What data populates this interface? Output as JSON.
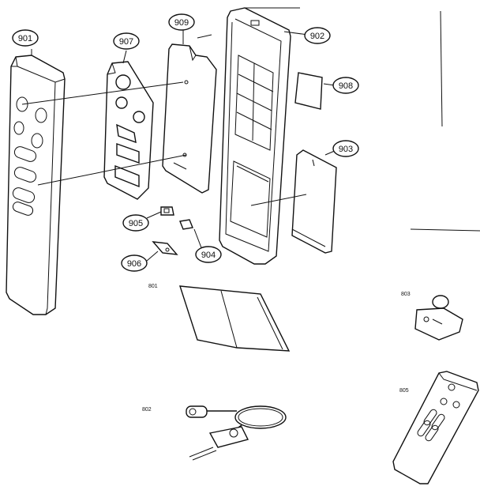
{
  "labels": {
    "p901": "901",
    "p902": "902",
    "p903": "903",
    "p904": "904",
    "p905": "905",
    "p906": "906",
    "p907": "907",
    "p908": "908",
    "p909": "909",
    "p801": "801",
    "p802": "802",
    "p803": "803",
    "p805": "805"
  }
}
